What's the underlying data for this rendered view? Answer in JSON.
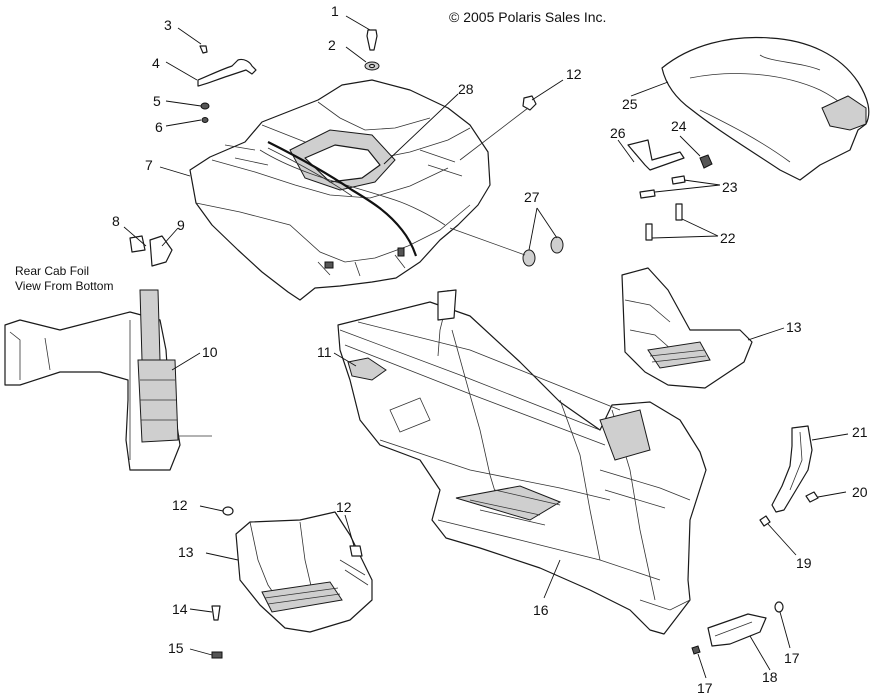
{
  "copyright": "© 2005 Polaris Sales Inc.",
  "note": {
    "line1": "Rear Cab Foil",
    "line2": "View From Bottom"
  },
  "callouts": {
    "c1": "1",
    "c2": "2",
    "c3": "3",
    "c4": "4",
    "c5": "5",
    "c6": "6",
    "c7": "7",
    "c8": "8",
    "c9": "9",
    "c10": "10",
    "c11": "11",
    "c12a": "12",
    "c12b": "12",
    "c12c": "12",
    "c13a": "13",
    "c13b": "13",
    "c14": "14",
    "c15": "15",
    "c16": "16",
    "c17a": "17",
    "c17b": "17",
    "c18": "18",
    "c19": "19",
    "c20": "20",
    "c21": "21",
    "c22": "22",
    "c23": "23",
    "c24": "24",
    "c25": "25",
    "c26": "26",
    "c27": "27",
    "c28": "28"
  }
}
